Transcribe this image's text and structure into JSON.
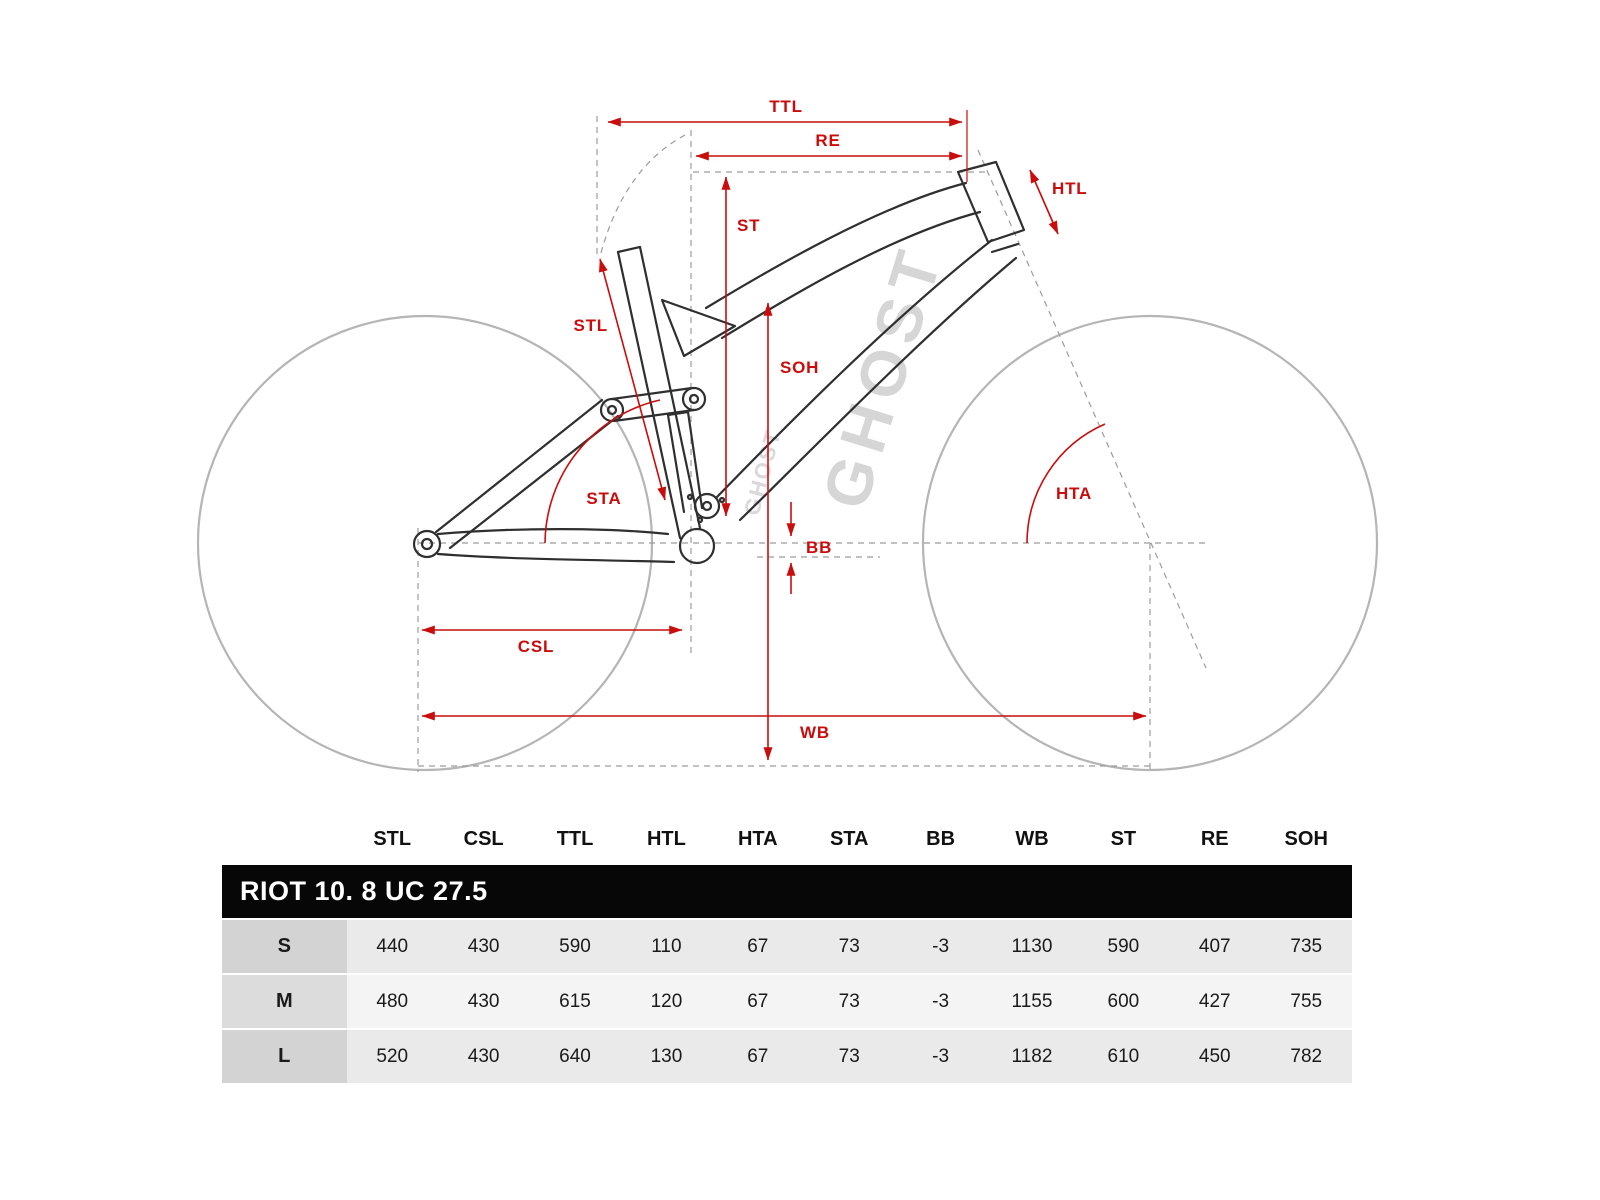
{
  "diagram": {
    "watermark": "GHOST",
    "labels": {
      "ttl": "TTL",
      "re": "RE",
      "htl": "HTL",
      "st": "ST",
      "stl": "STL",
      "soh": "SOH",
      "sta": "STA",
      "hta": "HTA",
      "bb": "BB",
      "csl": "CSL",
      "wb": "WB"
    }
  },
  "colors": {
    "accent_red": "#c90d0d",
    "frame_line": "#2f2f2f",
    "wheel_line": "#b5b5b5",
    "title_bar_bg": "#070707"
  },
  "table": {
    "title": "RIOT 10. 8 UC 27.5",
    "columns": [
      "STL",
      "CSL",
      "TTL",
      "HTL",
      "HTA",
      "STA",
      "BB",
      "WB",
      "ST",
      "RE",
      "SOH"
    ],
    "rows": [
      {
        "size": "S",
        "values": [
          440,
          430,
          590,
          110,
          67,
          73,
          -3,
          1130,
          590,
          407,
          735
        ]
      },
      {
        "size": "M",
        "values": [
          480,
          430,
          615,
          120,
          67,
          73,
          -3,
          1155,
          600,
          427,
          755
        ]
      },
      {
        "size": "L",
        "values": [
          520,
          430,
          640,
          130,
          67,
          73,
          -3,
          1182,
          610,
          450,
          782
        ]
      }
    ]
  }
}
